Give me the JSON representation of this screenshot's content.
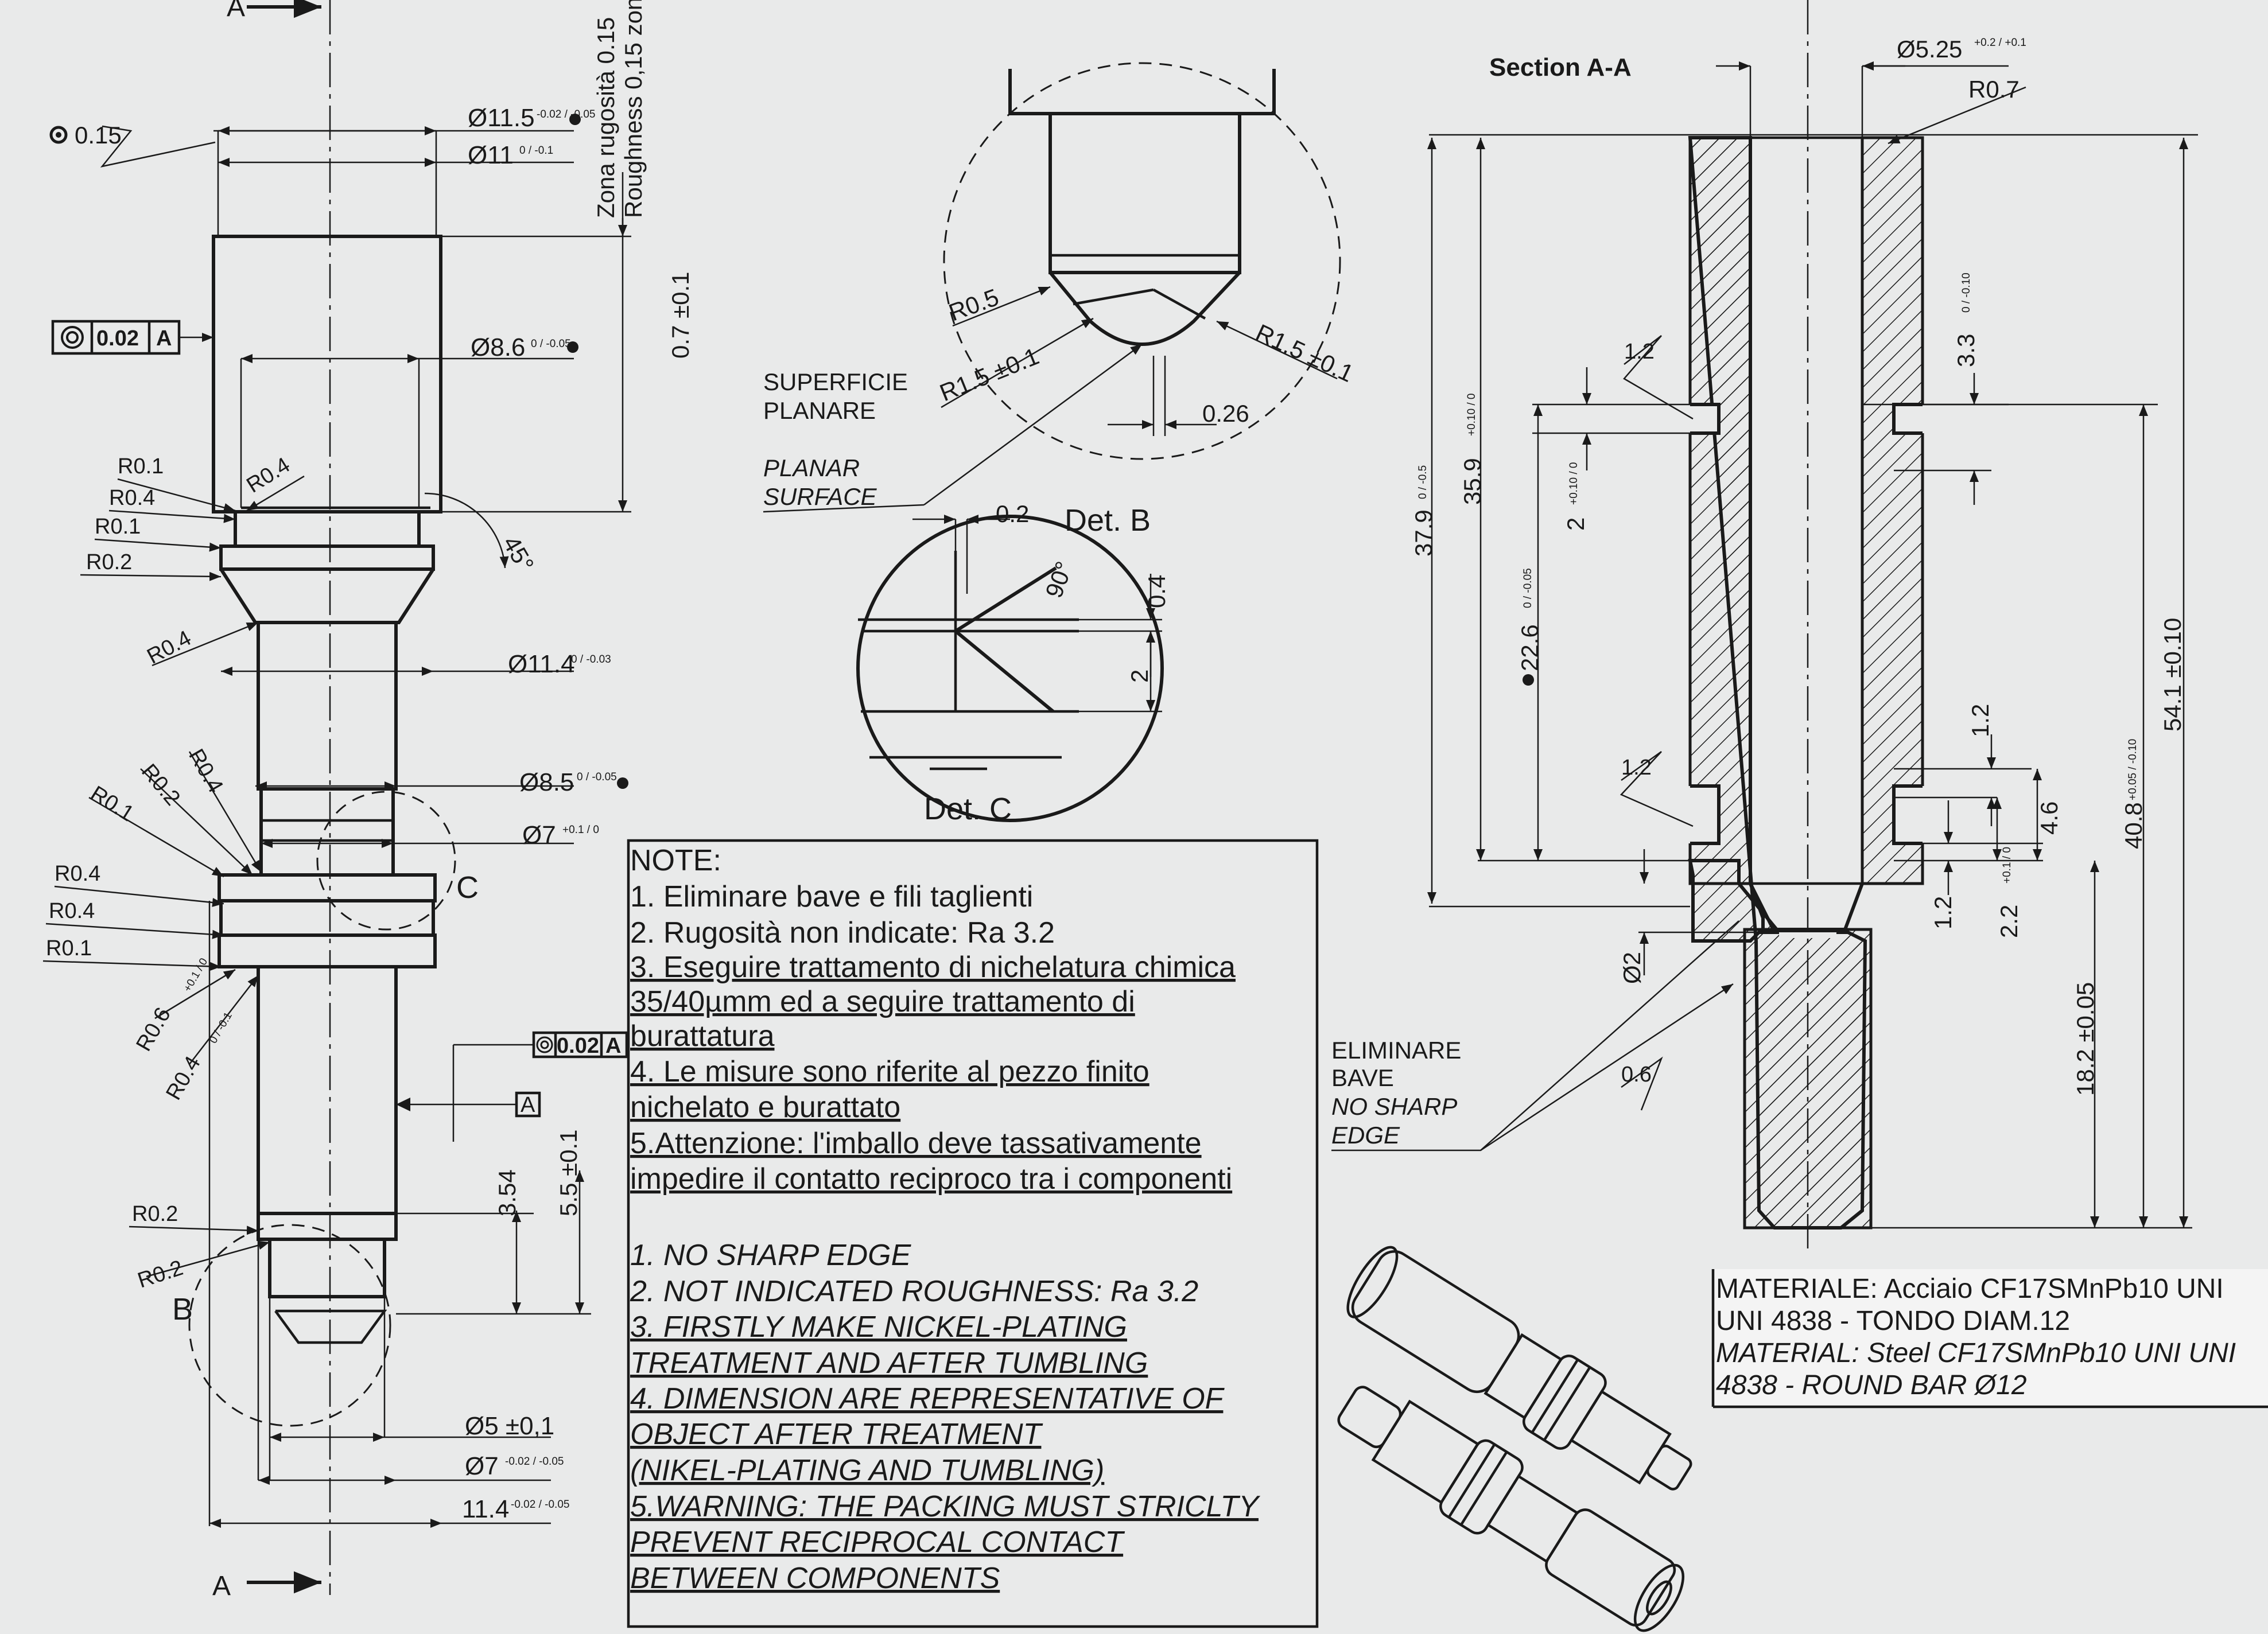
{
  "section_views": {
    "section_marker": "A",
    "section_title": "Section A-A",
    "detail_b_title": "Det. B",
    "detail_c_title": "Det. C",
    "detail_b_ref": "B",
    "detail_c_ref": "C"
  },
  "side_view": {
    "roughness_zone_it": "Zona rugosità 0.15",
    "roughness_zone_en": "Roughness 0,15 zone",
    "d_11_5": "Ø11.5",
    "d_11_5_tol": "-0.02 / -0.05",
    "d_11": "Ø11",
    "d_11_tol": "0 / -0.1",
    "d_8_6": "Ø8.6",
    "d_8_6_tol": "0 / -0.05",
    "d_11_4_mid": "Ø11.4",
    "d_11_4_mid_tol": "0 / -0.03",
    "d_8_5": "Ø8.5",
    "d_8_5_tol": "0 / -0.05",
    "d_7_top": "Ø7",
    "d_7_top_tol": "+0.1 / 0",
    "d_5": "Ø5 ±0,1",
    "d_7_bottom": "Ø7",
    "d_7_bottom_tol": "-0.02 / -0.05",
    "d_11_4_bottom": "11.4",
    "d_11_4_bottom_tol": "-0.02 / -0.05",
    "h_0_7": "0.7 ±0.1",
    "h_3_54": "3.54",
    "h_5_5": "5.5 ±0.1",
    "angle_45": "45°",
    "concentricity_top": "0.15",
    "gdt_top_tol": "0.02",
    "gdt_top_datum": "A",
    "gdt_mid_tol": "0.02",
    "gdt_mid_datum": "A",
    "datum_a": "A",
    "radii_top": [
      "R0.1",
      "R0.4",
      "R0.1",
      "R0.2",
      "R0.4"
    ],
    "radius_r04_right": "R0.4",
    "radii_mid": [
      "R0.4",
      "R0.2",
      "R0.1",
      "R0.4",
      "R0.4",
      "R0.1"
    ],
    "r06": "R0.6",
    "r06_tol": "+0.1 / 0",
    "r04_tol_label": "R0.4",
    "r04_tol": "0 / -0.1",
    "radii_bottom": [
      "R0.2",
      "R0.2"
    ]
  },
  "detail_b": {
    "r05": "R0.5",
    "r15_left": "R1.5 ±0.1",
    "r15_right": "R1.5 ±0.1",
    "dim_026": "0.26",
    "planar_it_1": "SUPERFICIE",
    "planar_it_2": "PLANARE",
    "planar_en_1": "PLANAR",
    "planar_en_2": "SURFACE"
  },
  "detail_c": {
    "dim_02": "0.2",
    "angle_90": "90°",
    "dim_04": "0.4",
    "dim_2": "2"
  },
  "section_aa": {
    "d_5_25": "Ø5.25",
    "d_5_25_tol": "+0.2 / +0.1",
    "r07": "R0.7",
    "h_37_9": "37.9",
    "h_37_9_tol": "0 / -0.5",
    "h_35_9": "35.9",
    "h_35_9_tol": "+0.10 / 0",
    "h_22_6": "22.6",
    "h_22_6_tol": "0 / -0.05",
    "h_2": "2",
    "h_2_tol": "+0.10 / 0",
    "ch_1_2_top": "1.2",
    "ch_1_2_mid": "1.2",
    "d_2": "Ø2",
    "ch_0_6": "0.6",
    "h_3_3": "3.3",
    "h_3_3_tol": "0 / -0.10",
    "h_1_2_a": "1.2",
    "h_4_6": "4.6",
    "h_1_2_b": "1.2",
    "h_2_2": "2.2",
    "h_2_2_tol": "+0.1 / 0",
    "h_18_2": "18.2 ±0.05",
    "h_40_8": "40.8",
    "h_40_8_tol": "+0.05 / -0.10",
    "h_54_1": "54.1 ±0.10",
    "burr_it_1": "ELIMINARE",
    "burr_it_2": "BAVE",
    "burr_en_1": "NO SHARP",
    "burr_en_2": "EDGE"
  },
  "notes": {
    "title": "NOTE:",
    "it": [
      "1. Eliminare bave e fili taglienti",
      "2. Rugosità non indicate: Ra 3.2",
      "3. Eseguire trattamento di nichelatura chimica",
      "35/40µmm ed a seguire trattamento di",
      "burattatura",
      "4. Le misure sono riferite al pezzo finito",
      "nichelato e burattato",
      "5.Attenzione: l'imballo deve tassativamente",
      "impedire il contatto reciproco tra i componenti"
    ],
    "en": [
      "1. NO SHARP EDGE",
      "2. NOT INDICATED ROUGHNESS: Ra 3.2",
      "3. FIRSTLY MAKE NICKEL-PLATING",
      "TREATMENT AND AFTER TUMBLING",
      "4. DIMENSION ARE REPRESENTATIVE OF",
      "OBJECT AFTER TREATMENT",
      "(NIKEL-PLATING AND TUMBLING)",
      "5.WARNING: THE PACKING MUST STRICLTY",
      "PREVENT RECIPROCAL CONTACT",
      "BETWEEN COMPONENTS"
    ]
  },
  "material": {
    "it_1": "MATERIALE: Acciaio CF17SMnPb10 UNI",
    "it_2": "UNI 4838 - TONDO DIAM.12",
    "en_1": "MATERIAL: Steel CF17SMnPb10 UNI UNI",
    "en_2": "4838 - ROUND BAR Ø12"
  }
}
